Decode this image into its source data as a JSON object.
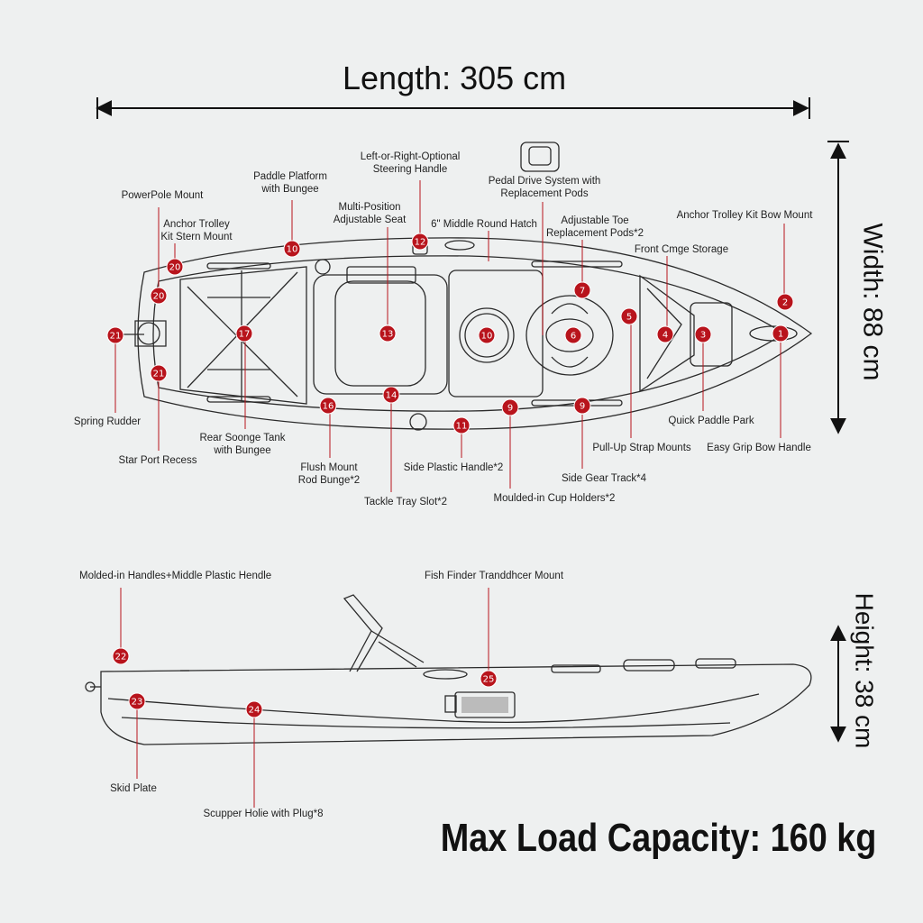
{
  "dimensions": {
    "length": "Length: 305 cm",
    "width": "Width: 88 cm",
    "height": "Height: 38 cm",
    "max_load": "Max Load Capacity: 160 kg"
  },
  "colors": {
    "accent_red": "#b8141c",
    "line": "#2b2b2b",
    "background": "#eef0f0"
  },
  "top_view": {
    "badges": [
      {
        "n": "20"
      },
      {
        "n": "20"
      },
      {
        "n": "10"
      },
      {
        "n": "12"
      },
      {
        "n": "21"
      },
      {
        "n": "17"
      },
      {
        "n": "21"
      },
      {
        "n": "13"
      },
      {
        "n": "10"
      },
      {
        "n": "7"
      },
      {
        "n": "6"
      },
      {
        "n": "5"
      },
      {
        "n": "4"
      },
      {
        "n": "3"
      },
      {
        "n": "1"
      },
      {
        "n": "2"
      },
      {
        "n": "16"
      },
      {
        "n": "14"
      },
      {
        "n": "11"
      },
      {
        "n": "9"
      },
      {
        "n": "9"
      }
    ],
    "labels": {
      "powerpole": "PowerPole Mount",
      "anchor_stern": [
        "Anchor Trolley",
        "Kit Stern Mount"
      ],
      "paddle_platform": [
        "Paddle Platform",
        "with Bungee"
      ],
      "steering": [
        "Left-or-Right-Optional",
        "Steering Handle"
      ],
      "seat": [
        "Multi-Position",
        "Adjustable Seat"
      ],
      "hatch": "6\" Middle Round Hatch",
      "pedal": [
        "Pedal Drive System with",
        "Replacement Pods"
      ],
      "toe": [
        "Adjustable Toe",
        "Replacement Pods*2"
      ],
      "anchor_bow": "Anchor Trolley Kit Bow Mount",
      "front_storage": "Front Cmge Storage",
      "spring_rudder": "Spring Rudder",
      "star_port": "Star Port Recess",
      "rear_tank": [
        "Rear Soonge Tank",
        "with Bungee"
      ],
      "flush_mount": [
        "Flush Mount",
        "Rod Bunge*2"
      ],
      "tackle": "Tackle Tray Slot*2",
      "side_handle": "Side Plastic Handle*2",
      "cup_holders": "Moulded-in Cup Holders*2",
      "side_gear": "Side Gear Track*4",
      "pullup": "Pull-Up Strap Mounts",
      "quick_paddle": "Quick Paddle Park",
      "bow_handle": "Easy Grip Bow Handle"
    }
  },
  "side_view": {
    "badges": [
      {
        "n": "22"
      },
      {
        "n": "23"
      },
      {
        "n": "24"
      },
      {
        "n": "25"
      }
    ],
    "labels": {
      "molded_handles": "Molded-in Handles+Middle Plastic Hendle",
      "fish_finder": "Fish Finder Tranddhcer Mount",
      "skid_plate": "Skid Plate",
      "scupper": "Scupper Holie with Plug*8"
    }
  }
}
